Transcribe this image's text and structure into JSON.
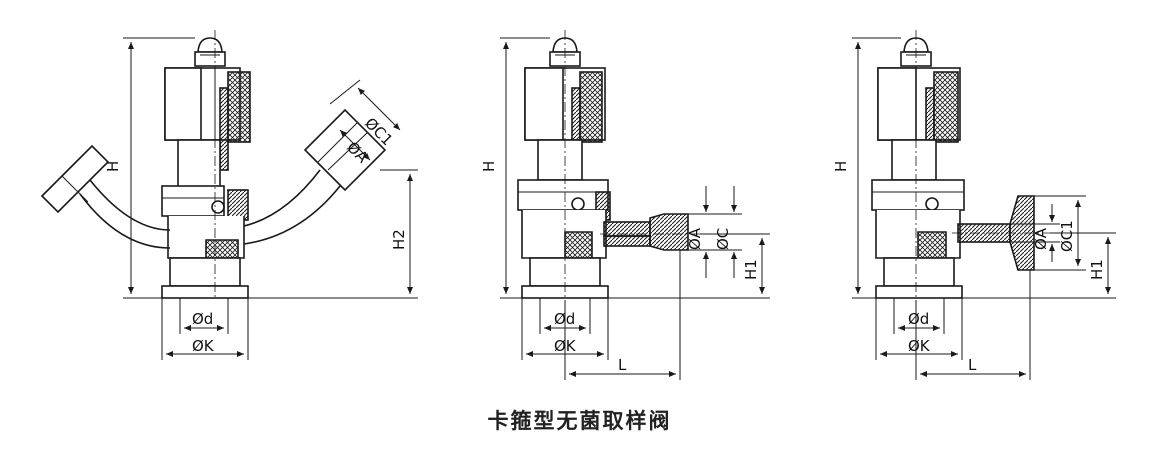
{
  "caption": "卡箍型无菌取样阀",
  "colors": {
    "line": "#1a1a1a",
    "hatch": "#1a1a1a",
    "fill": "#ffffff"
  },
  "views": [
    {
      "name": "y-type-valve",
      "labels": {
        "H": "H",
        "H2": "H2",
        "C1": "ØC1",
        "A": "ØA",
        "d": "Ød",
        "K": "ØK"
      }
    },
    {
      "name": "straight-pipe-valve",
      "labels": {
        "H": "H",
        "A": "ØA",
        "C": "ØC",
        "H1": "H1",
        "d": "Ød",
        "K": "ØK",
        "L": "L"
      }
    },
    {
      "name": "clamp-outlet-valve",
      "labels": {
        "H": "H",
        "A": "ØA",
        "C1": "ØC1",
        "H1": "H1",
        "d": "Ød",
        "K": "ØK",
        "L": "L"
      }
    }
  ]
}
